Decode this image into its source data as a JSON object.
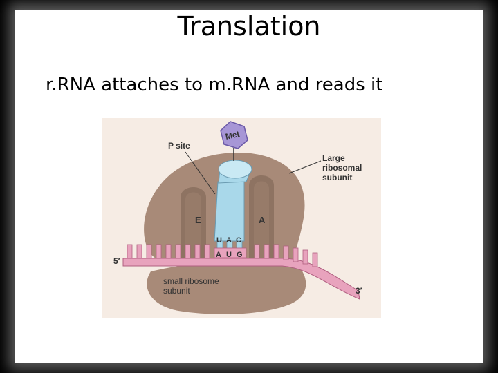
{
  "slide": {
    "title": "Translation",
    "subtitle": "r.RNA attaches to m.RNA and reads it"
  },
  "diagram": {
    "amino_acid": "Met",
    "labels": {
      "p_site": "P site",
      "large_subunit_lines": [
        "Large",
        "ribosomal",
        "subunit"
      ],
      "e_site": "E",
      "a_site": "A",
      "anticodon": [
        "U",
        "A",
        "C"
      ],
      "codon": [
        "A",
        "U",
        "G"
      ],
      "five_prime": "5′",
      "three_prime": "3′",
      "small_subunit_lines": [
        "small ribosome",
        "subunit"
      ]
    },
    "colors": {
      "ribosome": "#a88a78",
      "ribosome_shadow": "#8e7362",
      "trna": "#a9d8ea",
      "mrna": "#e8a3bd",
      "met": "#a796d6",
      "background": "#f6ece4"
    }
  }
}
